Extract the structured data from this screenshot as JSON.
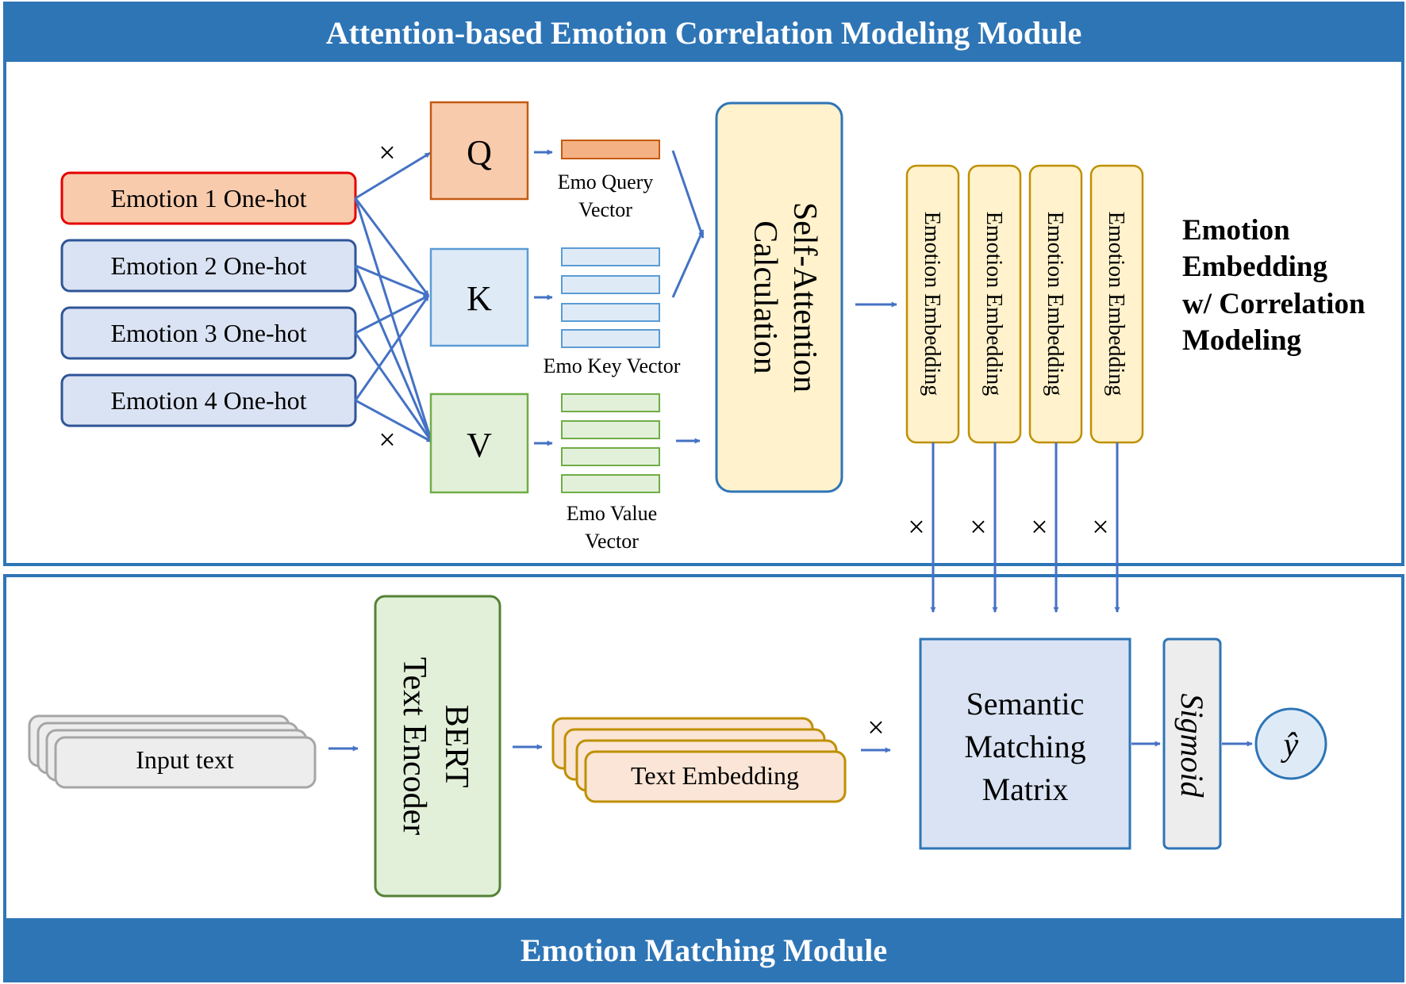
{
  "modules": {
    "top_title": "Attention-based Emotion Correlation Modeling Module",
    "bottom_title": "Emotion Matching Module"
  },
  "emotions": [
    {
      "label": "Emotion 1 One-hot"
    },
    {
      "label": "Emotion 2 One-hot"
    },
    {
      "label": "Emotion 3 One-hot"
    },
    {
      "label": "Emotion 4 One-hot"
    }
  ],
  "qkv": {
    "q": "Q",
    "k": "K",
    "v": "V"
  },
  "vectors": {
    "query_line1": "Emo Query",
    "query_line2": "Vector",
    "key": "Emo Key Vector",
    "value_line1": "Emo Value",
    "value_line2": "Vector"
  },
  "self_attention": {
    "line1": "Self-Attention",
    "line2": "Calculation"
  },
  "embeddings": [
    {
      "label": "Emotion Embedding"
    },
    {
      "label": "Emotion Embedding"
    },
    {
      "label": "Emotion Embedding"
    },
    {
      "label": "Emotion Embedding"
    }
  ],
  "embedding_caption": {
    "line1": "Emotion",
    "line2": "Embedding",
    "line3": "w/ Correlation",
    "line4": "Modeling"
  },
  "operators": {
    "multiply": "×"
  },
  "input_text": "Input text",
  "bert": {
    "line1": "BERT",
    "line2": "Text Encoder"
  },
  "text_embedding": "Text Embedding",
  "matching_matrix": {
    "line1": "Semantic",
    "line2": "Matching",
    "line3": "Matrix"
  },
  "sigmoid": "Sigmoid",
  "output": "ŷ",
  "colors": {
    "banner": "#2E75B6",
    "frame": "#2E75B6",
    "arrow": "#4472C4",
    "q_fill": "#F8CBAD",
    "q_stroke": "#C55A11",
    "k_fill": "#DEEBF7",
    "k_stroke": "#5B9BD5",
    "v_fill": "#E2F0D9",
    "v_stroke": "#70AD47",
    "emo1_fill": "#F8CBAD",
    "emo1_stroke": "#E60000",
    "emo_fill": "#DAE3F3",
    "emo_stroke": "#2F5597",
    "sa_fill": "#FFF2CC",
    "sa_stroke": "#2E75B6",
    "emb_fill": "#FFF2CC",
    "emb_stroke": "#BF9000",
    "input_fill": "#EDEDED",
    "input_stroke": "#A6A6A6",
    "bert_fill": "#E2F0D9",
    "bert_stroke": "#548235",
    "te_fill": "#FBE5D6",
    "te_stroke": "#BF9000",
    "smm_fill": "#DAE3F3",
    "smm_stroke": "#2E75B6",
    "sig_fill": "#EDEDED",
    "sig_stroke": "#2E75B6",
    "out_fill": "#DEEBF7",
    "out_stroke": "#2E75B6"
  }
}
